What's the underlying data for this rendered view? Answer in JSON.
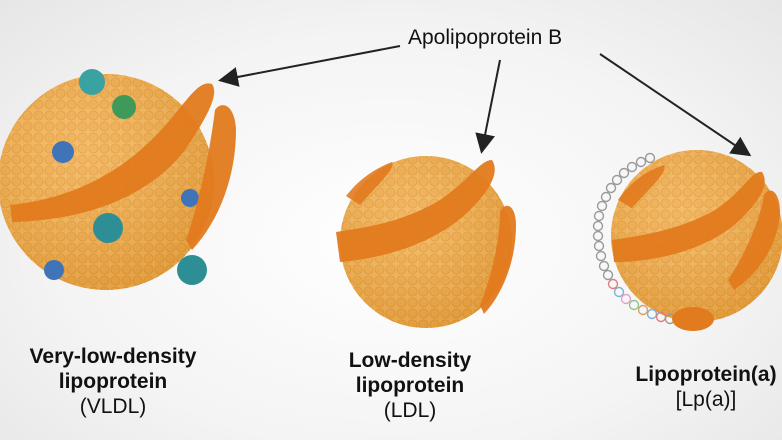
{
  "annotation": {
    "text": "Apolipoprotein B"
  },
  "particles": [
    {
      "id": "vldl",
      "name": "Very-low-density\nlipoprotein",
      "abbr": "(VLDL)"
    },
    {
      "id": "ldl",
      "name": "Low-density\nlipoprotein",
      "abbr": "(LDL)"
    },
    {
      "id": "lpa",
      "name": "Lipoprotein(a)",
      "abbr": "[Lp(a)]"
    }
  ],
  "colors": {
    "particle_fill": "#f3b252",
    "particle_dots": "#e8a23e",
    "apob_band": "#e27a1e",
    "arrow": "#222222",
    "vesicle_teal": "#2d8f95",
    "vesicle_blue": "#3f74b8",
    "vesicle_green": "#3f9a5a"
  }
}
